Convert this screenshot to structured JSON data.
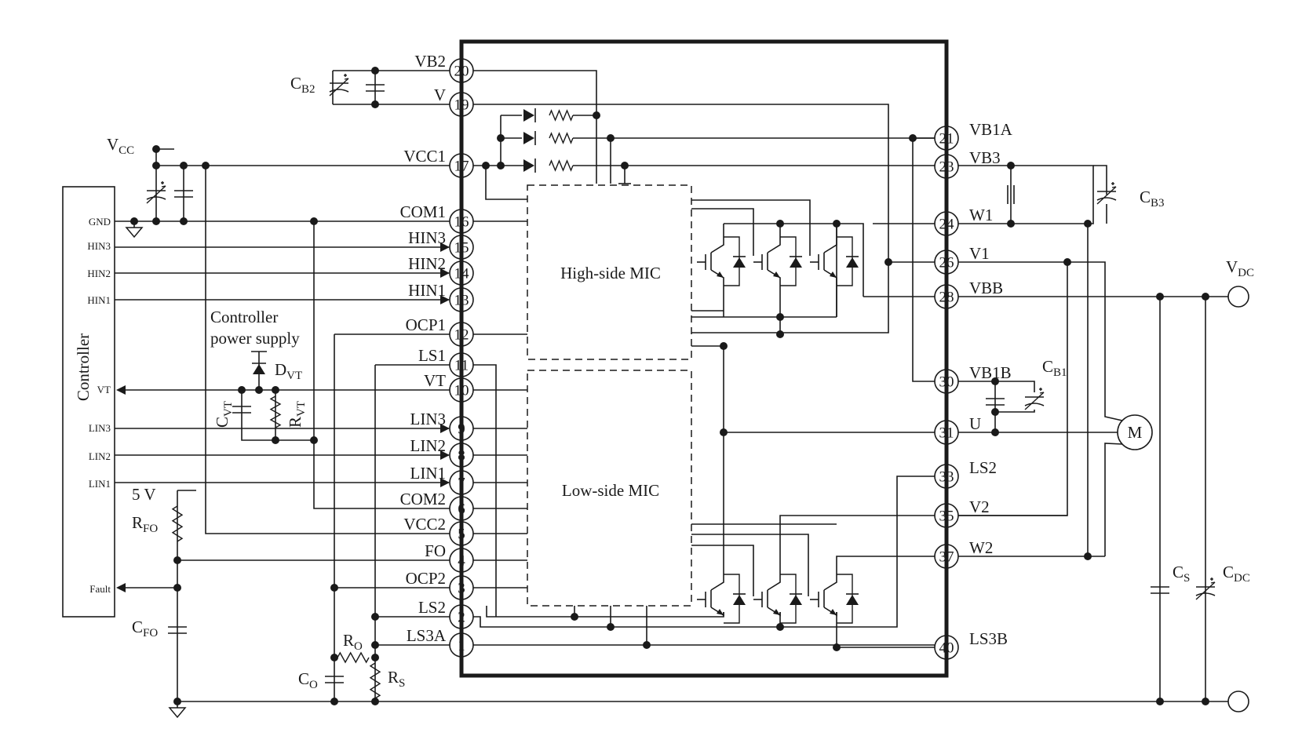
{
  "controller": {
    "title": "Controller",
    "pins": [
      "GND",
      "HIN3",
      "HIN2",
      "HIN1",
      "VT",
      "LIN3",
      "LIN2",
      "LIN1",
      "Fault"
    ]
  },
  "ic_pins": {
    "left": [
      {
        "num": "20",
        "label": "VB2"
      },
      {
        "num": "19",
        "label": "V"
      },
      {
        "num": "17",
        "label": "VCC1"
      },
      {
        "num": "16",
        "label": "COM1"
      },
      {
        "num": "15",
        "label": "HIN3"
      },
      {
        "num": "14",
        "label": "HIN2"
      },
      {
        "num": "13",
        "label": "HIN1"
      },
      {
        "num": "12",
        "label": "OCP1"
      },
      {
        "num": "11",
        "label": "LS1"
      },
      {
        "num": "10",
        "label": "VT"
      },
      {
        "num": "9",
        "label": "LIN3"
      },
      {
        "num": "8",
        "label": "LIN2"
      },
      {
        "num": "7",
        "label": "LIN1"
      },
      {
        "num": "6",
        "label": "COM2"
      },
      {
        "num": "5",
        "label": "VCC2"
      },
      {
        "num": "4",
        "label": "FO"
      },
      {
        "num": "3",
        "label": "OCP2"
      },
      {
        "num": "2",
        "label": "LS2"
      },
      {
        "num": "1",
        "label": "LS3A"
      }
    ],
    "right": [
      {
        "num": "21",
        "label": "VB1A"
      },
      {
        "num": "23",
        "label": "VB3"
      },
      {
        "num": "24",
        "label": "W1"
      },
      {
        "num": "26",
        "label": "V1"
      },
      {
        "num": "28",
        "label": "VBB"
      },
      {
        "num": "30",
        "label": "VB1B"
      },
      {
        "num": "31",
        "label": "U"
      },
      {
        "num": "33",
        "label": "LS2"
      },
      {
        "num": "35",
        "label": "V2"
      },
      {
        "num": "37",
        "label": "W2"
      },
      {
        "num": "40",
        "label": "LS3B"
      }
    ]
  },
  "blocks": {
    "high_side": "High-side MIC",
    "low_side": "Low-side MIC"
  },
  "components": {
    "vcc": {
      "main": "V",
      "sub": "CC"
    },
    "cb2": {
      "main": "C",
      "sub": "B2"
    },
    "cb3": {
      "main": "C",
      "sub": "B3"
    },
    "cb1": {
      "main": "C",
      "sub": "B1"
    },
    "vdc": {
      "main": "V",
      "sub": "DC"
    },
    "cs": {
      "main": "C",
      "sub": "S"
    },
    "cdc": {
      "main": "C",
      "sub": "DC"
    },
    "dvt": {
      "main": "D",
      "sub": "VT"
    },
    "cvt": {
      "main": "C",
      "sub": "VT"
    },
    "rvt": {
      "main": "R",
      "sub": "VT"
    },
    "rfo": {
      "main": "R",
      "sub": "FO"
    },
    "cfo": {
      "main": "C",
      "sub": "FO"
    },
    "ro": {
      "main": "R",
      "sub": "O"
    },
    "co": {
      "main": "C",
      "sub": "O"
    },
    "rs": {
      "main": "R",
      "sub": "S"
    },
    "five_v": "5 V",
    "ctrl_supply_line1": "Controller",
    "ctrl_supply_line2": "power supply",
    "motor": "M"
  }
}
